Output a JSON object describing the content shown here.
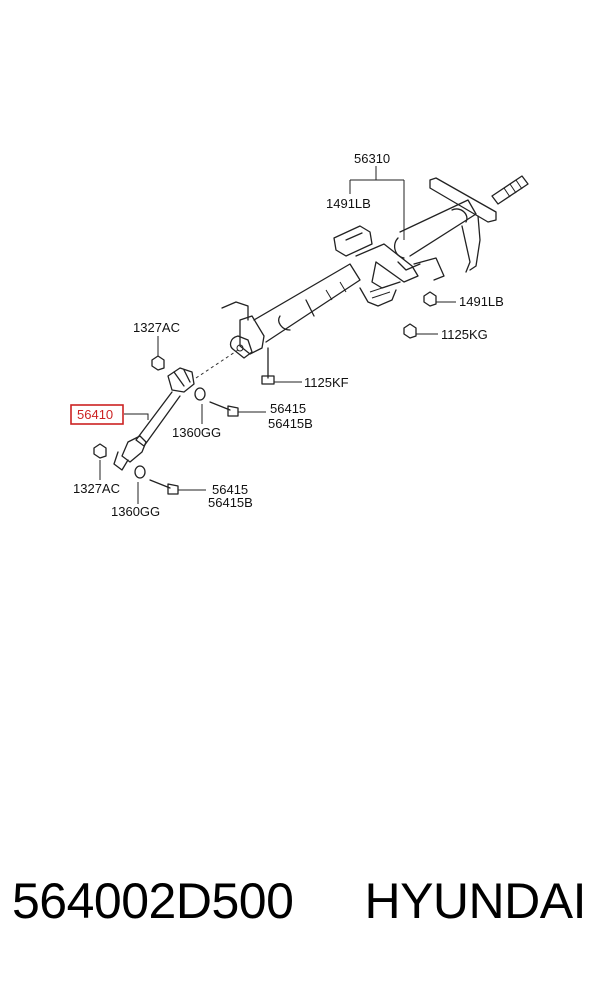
{
  "labels": {
    "l56310": "56310",
    "l1491lb_top": "1491LB",
    "l1491lb_right": "1491LB",
    "l1125kg": "1125KG",
    "l1327ac_top": "1327AC",
    "l1125kf": "1125KF",
    "l56410": "56410",
    "l56415_a": "56415",
    "l56415b_a": "56415B",
    "l1360gg_a": "1360GG",
    "l1327ac_bottom": "1327AC",
    "l56415_b": "56415",
    "l56415b_b": "56415B",
    "l1360gg_b": "1360GG"
  },
  "highlight_color": "#cc2222",
  "footer": {
    "part_number": "564002D500",
    "brand": "HYUNDAI"
  }
}
